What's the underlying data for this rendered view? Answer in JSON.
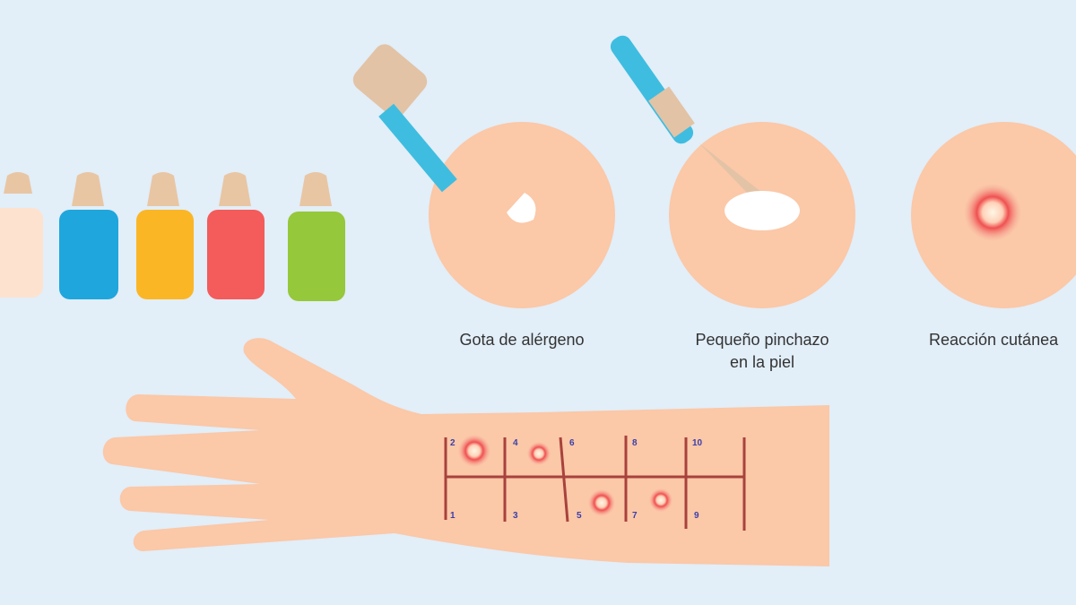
{
  "steps": [
    {
      "label_line1": "Gota de alérgeno",
      "label_line2": ""
    },
    {
      "label_line1": "Pequeño pinchazo",
      "label_line2": "en la piel"
    },
    {
      "label_line1": "Reacción cutánea",
      "label_line2": ""
    }
  ],
  "grid_numbers": {
    "top": [
      "2",
      "4",
      "6",
      "8",
      "10"
    ],
    "bottom": [
      "1",
      "3",
      "5",
      "7",
      "9"
    ]
  },
  "colors": {
    "background": "#e2eef8",
    "skin": "#fbc8a8",
    "bottle_colors": [
      "#fde3cf",
      "#1fa6dc",
      "#fbb626",
      "#f45b5b",
      "#95c83a"
    ],
    "line": "#a8423c",
    "reaction": "#f05050"
  }
}
